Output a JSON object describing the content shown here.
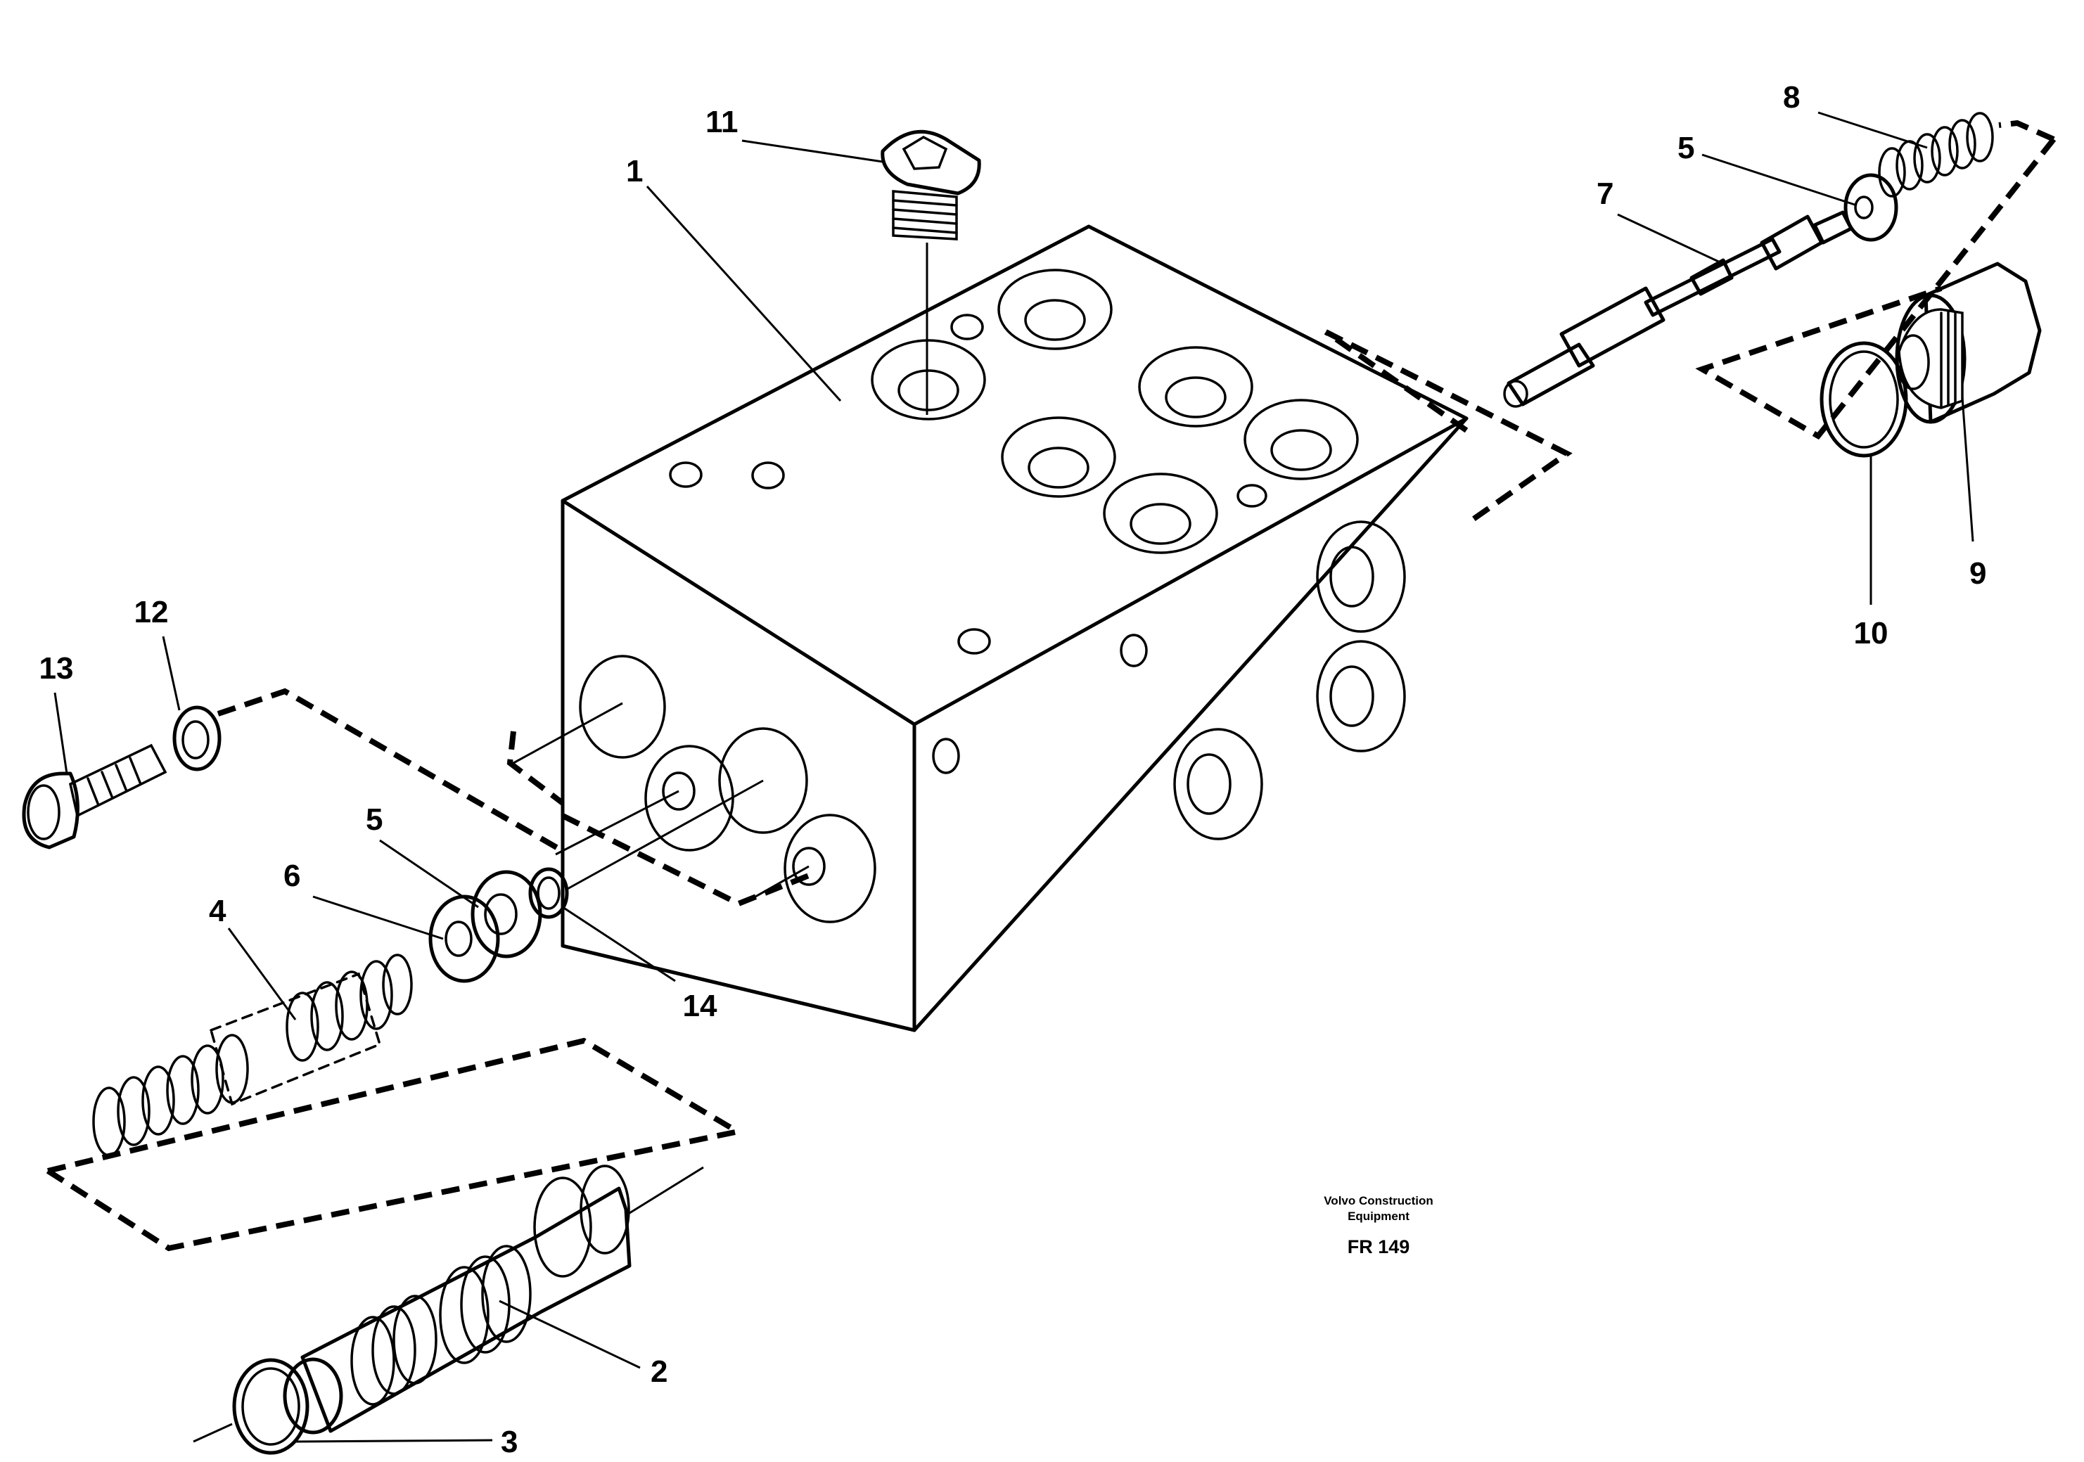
{
  "labels": {
    "p1": "1",
    "p2": "2",
    "p3": "3",
    "p4": "4",
    "p5a": "5",
    "p5b": "5",
    "p6": "6",
    "p7": "7",
    "p8": "8",
    "p9": "9",
    "p10": "10",
    "p11": "11",
    "p12": "12",
    "p13": "13",
    "p14": "14"
  },
  "caption": {
    "company_line1": "Volvo Construction",
    "company_line2": "Equipment",
    "code": "FR 149"
  }
}
